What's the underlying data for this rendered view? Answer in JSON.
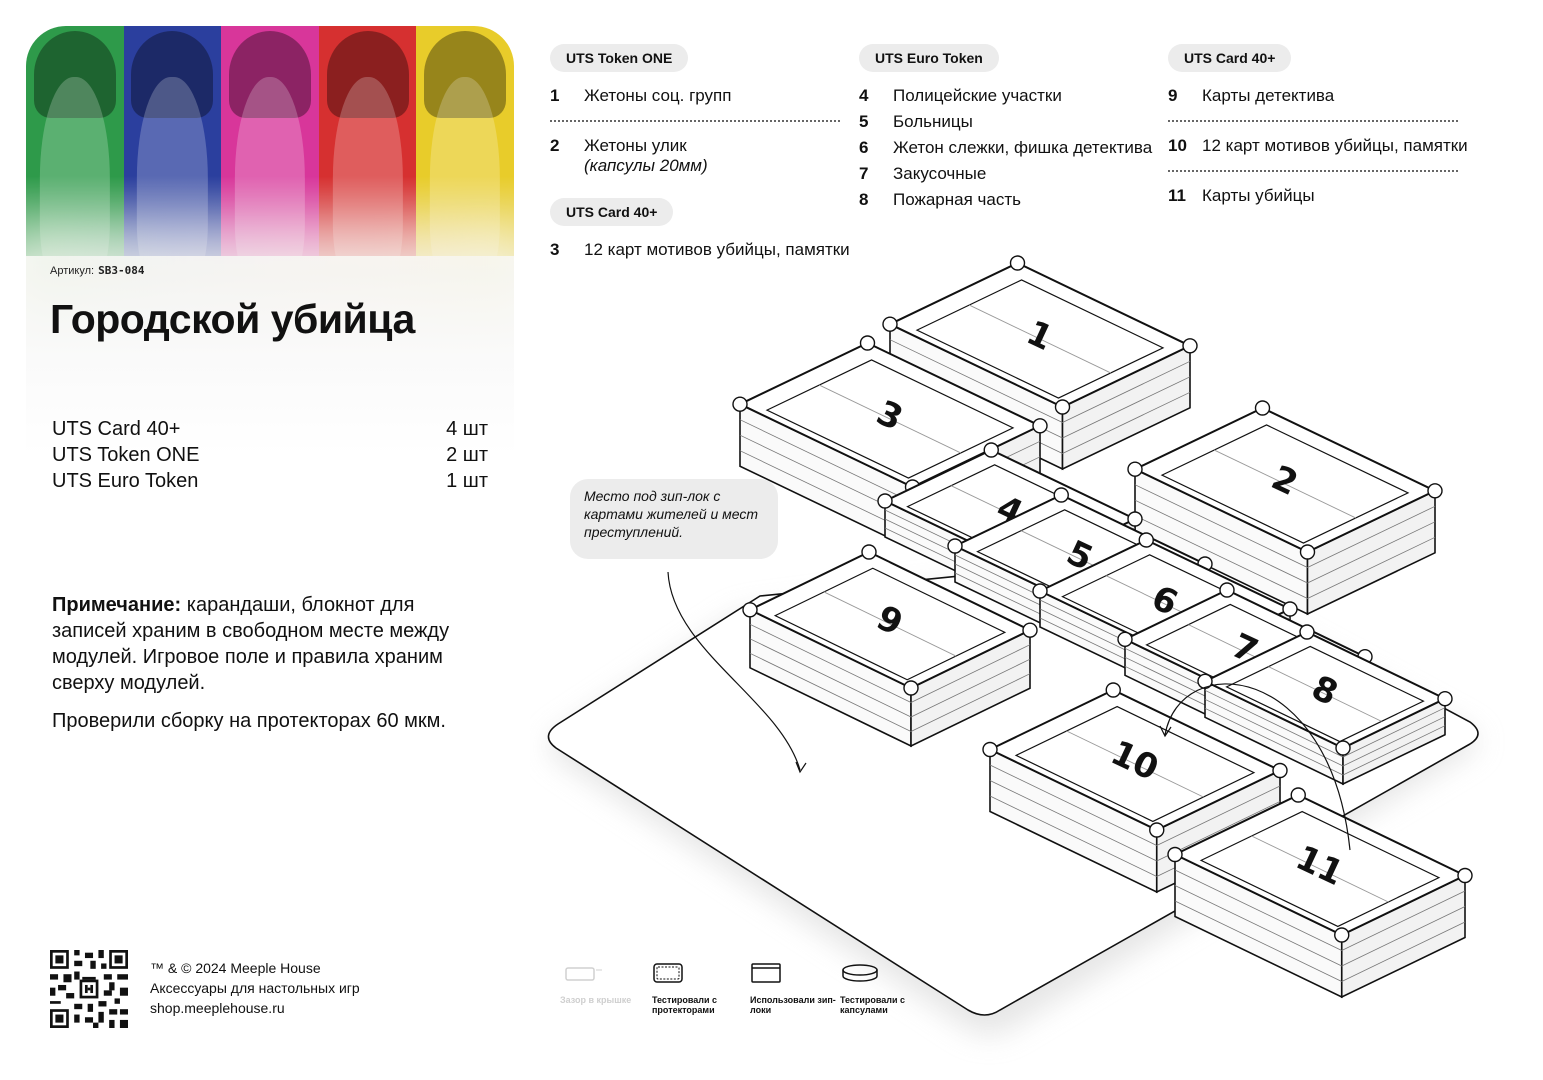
{
  "card": {
    "sku_label": "Артикул:",
    "sku_code": "SB3-084",
    "title": "Городской убийца",
    "kit": [
      {
        "name": "UTS Card 40+",
        "qty": "4 шт"
      },
      {
        "name": "UTS Token ONE",
        "qty": "2 шт"
      },
      {
        "name": "UTS Euro Token",
        "qty": "1 шт"
      }
    ],
    "note_label": "Примечание:",
    "note_text": " карандаши, блокнот для записей храним в свободном месте между модулей. Игровое поле и правила храним сверху модулей.",
    "note2": "Проверили сборку на протекторах 60 мкм.",
    "footer": {
      "line1": "™ & © 2024 Meeple House",
      "line2": "Аксессуары для настольных игр",
      "line3": "shop.meeplehouse.ru"
    },
    "photo_colors": [
      "#2e9a4a",
      "#2b3f9e",
      "#d8369a",
      "#d63030",
      "#e8cc2a"
    ]
  },
  "legend": {
    "col1": {
      "group1": {
        "pill": "UTS Token ONE",
        "items": [
          {
            "n": "1",
            "text": "Жетоны соц. групп"
          },
          {
            "n": "2",
            "text": "Жетоны улик",
            "sub": "(капсулы 20мм)"
          }
        ]
      },
      "group2": {
        "pill": "UTS Card 40+",
        "items": [
          {
            "n": "3",
            "text": "12 карт мотивов убийцы, памятки"
          }
        ]
      }
    },
    "col2": {
      "pill": "UTS Euro Token",
      "items": [
        {
          "n": "4",
          "text": "Полицейские участки"
        },
        {
          "n": "5",
          "text": "Больницы"
        },
        {
          "n": "6",
          "text": "Жетон слежки, фишка детектива"
        },
        {
          "n": "7",
          "text": "Закусочные"
        },
        {
          "n": "8",
          "text": "Пожарная часть"
        }
      ]
    },
    "col3": {
      "pill": "UTS Card 40+",
      "items": [
        {
          "n": "9",
          "text": "Карты детектива"
        },
        {
          "n": "10",
          "text": "12 карт мотивов убийцы, памятки"
        },
        {
          "n": "11",
          "text": "Карты убийцы"
        }
      ]
    }
  },
  "diagram": {
    "callout": "Место под зип-лок с картами жителей и мест преступлений.",
    "box_numbers": [
      "1",
      "2",
      "3",
      "4",
      "5",
      "6",
      "7",
      "8",
      "9",
      "10",
      "11"
    ]
  },
  "icons": [
    {
      "name": "gap-in-lid-icon",
      "caption": "Зазор в крышке",
      "dim": true
    },
    {
      "name": "sleeved-cards-icon",
      "caption": "Тестировали с протекторами",
      "dim": false
    },
    {
      "name": "zip-lock-icon",
      "caption": "Использовали зип-локи",
      "dim": false
    },
    {
      "name": "capsule-icon",
      "caption": "Тестировали с капсулами",
      "dim": false
    }
  ]
}
